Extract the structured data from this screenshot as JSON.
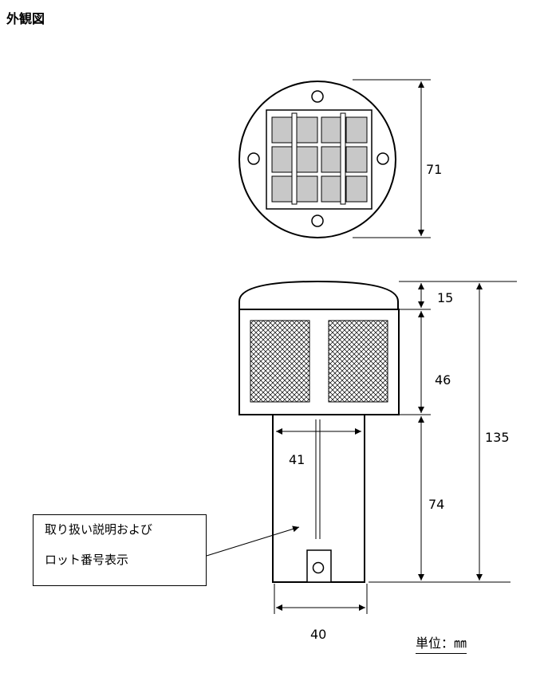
{
  "title": "外観図",
  "dimensions": {
    "top_diameter": "71",
    "cap_height": "15",
    "head_height": "46",
    "body_height": "74",
    "total_height": "135",
    "body_inner_width": "41",
    "body_width": "40"
  },
  "note": {
    "line1": "取り扱い説明および",
    "line2": "ロット番号表示"
  },
  "unit_label": "単位：㎜"
}
